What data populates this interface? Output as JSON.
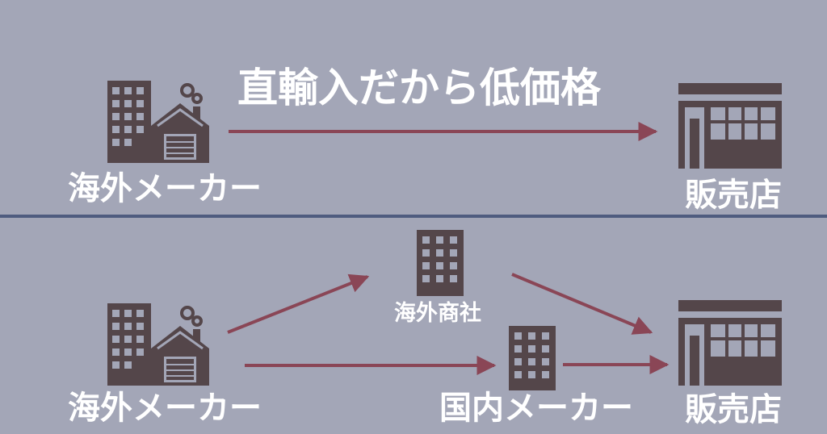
{
  "top": {
    "title": "直輸入だから低価格",
    "source_label": "海外メーカー",
    "dest_label": "販売店"
  },
  "bottom": {
    "source_label": "海外メーカー",
    "trader_label": "海外商社",
    "domestic_label": "国内メーカー",
    "dest_label": "販売店"
  },
  "colors": {
    "background": "#a3a6b7",
    "icon": "#54464a",
    "arrow": "#8a4656",
    "divider": "#4f5c7f",
    "text": "#ffffff"
  },
  "icons": [
    "factory-icon",
    "office-building-icon",
    "shop-icon"
  ]
}
